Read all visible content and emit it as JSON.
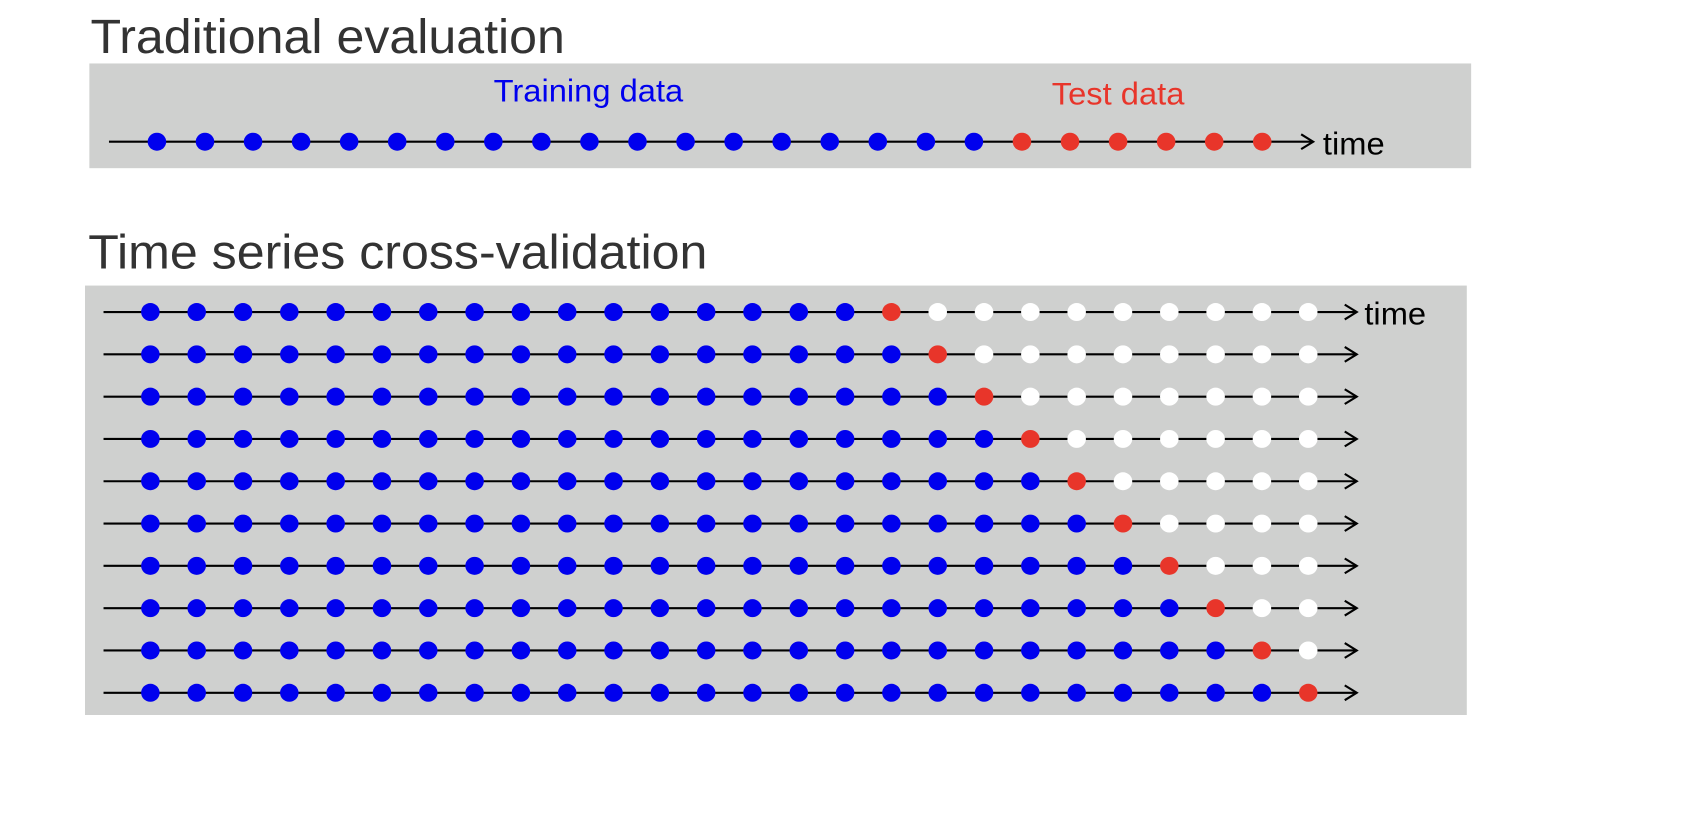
{
  "traditional": {
    "title": "Traditional evaluation",
    "training_label": "Training data",
    "test_label": "Test data",
    "axis_label": "time",
    "training_points": 18,
    "test_points": 6
  },
  "cross_validation": {
    "title": "Time series cross-validation",
    "axis_label": "time",
    "total_points": 26,
    "rows": [
      {
        "training": 16,
        "test_index": 16
      },
      {
        "training": 17,
        "test_index": 17
      },
      {
        "training": 18,
        "test_index": 18
      },
      {
        "training": 19,
        "test_index": 19
      },
      {
        "training": 20,
        "test_index": 20
      },
      {
        "training": 21,
        "test_index": 21
      },
      {
        "training": 22,
        "test_index": 22
      },
      {
        "training": 23,
        "test_index": 23
      },
      {
        "training": 24,
        "test_index": 24
      },
      {
        "training": 25,
        "test_index": 25
      }
    ]
  },
  "colors": {
    "training": "#0000ee",
    "test": "#e8352a",
    "unused": "#ffffff",
    "panel": "#cfd0cf",
    "title": "#333333"
  }
}
